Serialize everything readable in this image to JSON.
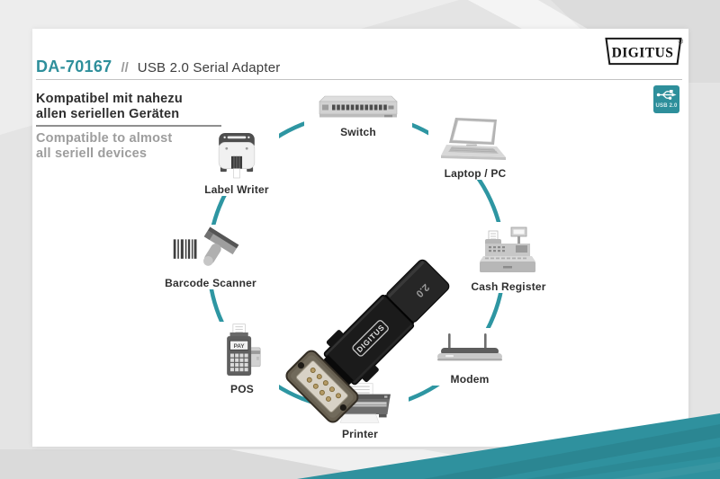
{
  "brand": {
    "logo_text": "DIGITUS",
    "registered_mark": "®"
  },
  "header": {
    "product_code": "DA-70167",
    "separator": "//",
    "product_name": "USB 2.0 Serial Adapter"
  },
  "intro": {
    "de_line1": "Kompatibel mit nahezu",
    "de_line2": "allen seriellen Geräten",
    "en_line1": "Compatible to almost",
    "en_line2": "all seriell devices"
  },
  "usb_badge": {
    "label": "USB 2.0",
    "icon": "usb-trident-icon"
  },
  "product": {
    "body_label": "DIGITUS",
    "cap_label": "2.0"
  },
  "devices": [
    {
      "id": "switch",
      "label": "Switch"
    },
    {
      "id": "laptop",
      "label": "Laptop / PC"
    },
    {
      "id": "cash-register",
      "label": "Cash Register"
    },
    {
      "id": "modem",
      "label": "Modem"
    },
    {
      "id": "printer",
      "label": "Printer"
    },
    {
      "id": "pos",
      "label": "POS",
      "display_text": "PAY"
    },
    {
      "id": "barcode-scanner",
      "label": "Barcode Scanner"
    },
    {
      "id": "label-writer",
      "label": "Label Writer"
    }
  ],
  "colors": {
    "accent_teal": "#2E8F9B",
    "circle_teal": "#2E96A2",
    "wedge_teal": "#2F919E",
    "title_dark": "#3D3D3D",
    "muted_gray": "#9D9D9D"
  }
}
